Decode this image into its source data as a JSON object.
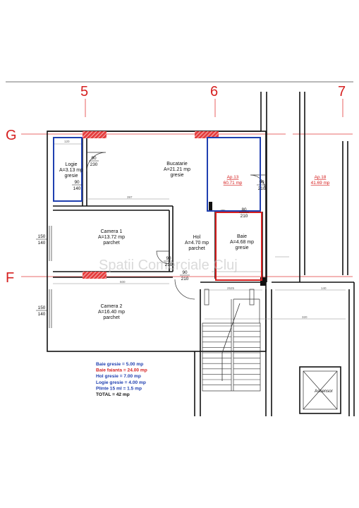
{
  "grid": {
    "columns": [
      "5",
      "6",
      "7"
    ],
    "rows": [
      "G",
      "F"
    ]
  },
  "rooms": {
    "logie": {
      "name": "Logie",
      "area": "A=3.13 mp",
      "finish": "gresie"
    },
    "bucatarie": {
      "name": "Bucatarie",
      "area": "A=21.21 mp",
      "finish": "gresie"
    },
    "camera1": {
      "name": "Camera 1",
      "area": "A=13.72 mp",
      "finish": "parchet"
    },
    "camera2": {
      "name": "Camera 2",
      "area": "A=16.40 mp",
      "finish": "parchet"
    },
    "hol": {
      "name": "Hol",
      "area": "A=4.70 mp",
      "finish": "parchet"
    },
    "baie": {
      "name": "Baie",
      "area": "A=4.68 mp",
      "finish": "gresie"
    }
  },
  "apartments": {
    "ap13": {
      "name": "Ap.13",
      "area": "60.71 mp"
    },
    "ap18": {
      "name": "Ap.18",
      "area": "41.69 mp"
    }
  },
  "openings": {
    "door_logie": {
      "w": "90",
      "h": "230"
    },
    "window_logie": {
      "w": "90",
      "h": "140"
    },
    "door_bucatarie": {
      "w": "90",
      "h": "210"
    },
    "door_baie": {
      "w": "80",
      "h": "210"
    },
    "door_camera1": {
      "w": "90",
      "h": "210"
    },
    "door_entry": {
      "w": "90",
      "h": "210"
    },
    "window_camera1": {
      "w": "150",
      "h": "140"
    },
    "window_camera2": {
      "w": "150",
      "h": "140"
    }
  },
  "elevator": {
    "label": "Ascensor"
  },
  "watermark": "Spatii Comerciale Cluj",
  "legend": [
    {
      "text": "Baie gresie = 5.00 mp",
      "color": "#1f3fb0"
    },
    {
      "text": "Baie faianta = 24.00 mp",
      "color": "#d62020"
    },
    {
      "text": "Hol gresie = 7.00 mp",
      "color": "#1f3fb0"
    },
    {
      "text": "Logie gresie = 4.00 mp",
      "color": "#1f3fb0"
    },
    {
      "text": "Plinte 15 ml = 1.5 mp",
      "color": "#1f3fb0"
    },
    {
      "text": "TOTAL = 42 mp",
      "color": "#111111"
    }
  ]
}
